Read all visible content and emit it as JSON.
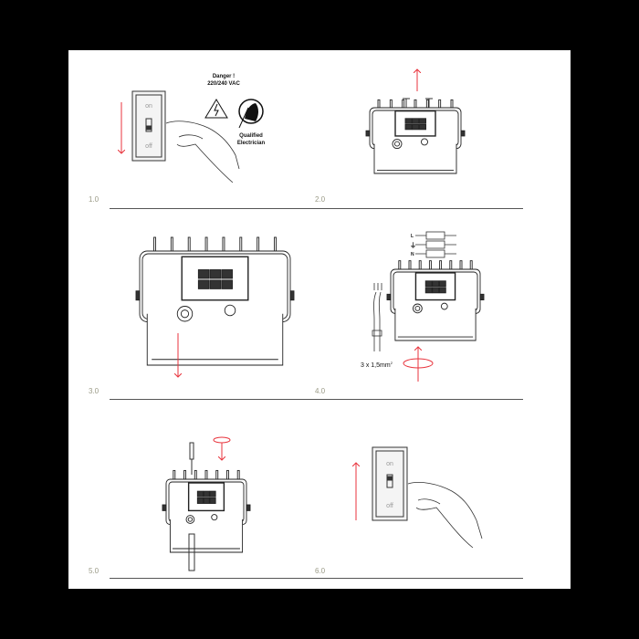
{
  "steps": [
    {
      "label": "1.0"
    },
    {
      "label": "2.0"
    },
    {
      "label": "3.0"
    },
    {
      "label": "4.0"
    },
    {
      "label": "5.0"
    },
    {
      "label": "6.0"
    }
  ],
  "switch": {
    "on": "on",
    "off": "off"
  },
  "warning": {
    "line1": "Danger !",
    "line2": "220/240 VAC",
    "electrician_line1": "Qualified",
    "electrician_line2": "Electrician"
  },
  "wiring": {
    "terminal_labels": [
      "L",
      "⏚",
      "N"
    ],
    "cable_spec": "3 x 1,5mm",
    "cable_spec_sup": "2"
  },
  "colors": {
    "arrow": "#e8333c",
    "line": "#222222",
    "step_label": "#9a9a86",
    "rule": "#555555"
  },
  "icons": [
    "down-arrow-icon",
    "up-arrow-icon",
    "rotate-icon",
    "warning-triangle-icon",
    "electrician-icon",
    "screwdriver-icon"
  ]
}
